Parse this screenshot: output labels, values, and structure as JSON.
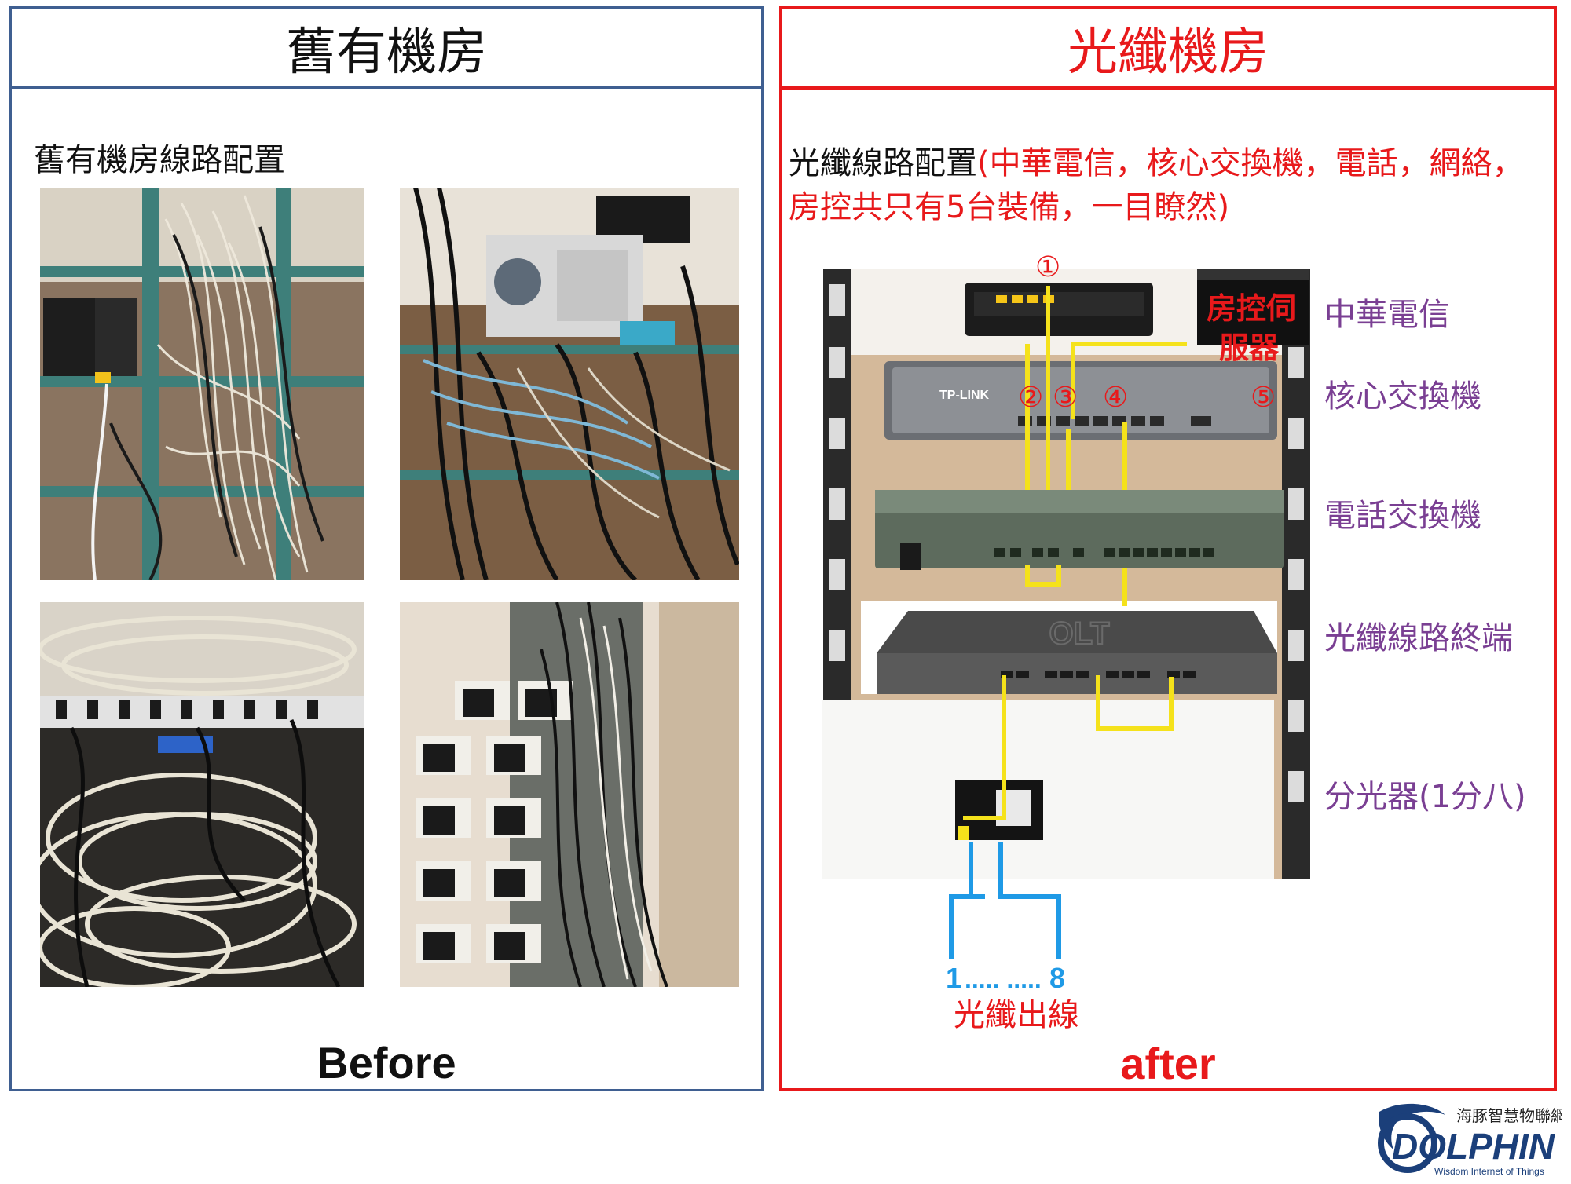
{
  "left": {
    "title": "舊有機房",
    "subtitle": "舊有機房線路配置",
    "bottom": "Before"
  },
  "right": {
    "title": "光纖機房",
    "subtitle_black": "光纖線路配置",
    "subtitle_red": "(中華電信，核心交換機，電話，網絡，房控共只有5台裝備，一目瞭然)",
    "bottom": "after",
    "markers": [
      "①",
      "②",
      "③",
      "④",
      "⑤"
    ],
    "server_label_line1": "房控伺",
    "server_label_line2": "服器",
    "switch_brand": "TP-LINK",
    "olt_text": "OLT",
    "labels": [
      "中華電信",
      "核心交換機",
      "電話交換機",
      "光纖線路終端",
      "分光器(1分八)"
    ],
    "fiber_start": "1",
    "fiber_dots": "..... .....",
    "fiber_end": "8",
    "fiber_caption": "光纖出線"
  },
  "logo": {
    "cn": "海豚智慧物聯網",
    "name": "DOLPHIN",
    "tagline": "Wisdom Internet of Things"
  },
  "colors": {
    "left_border": "#3f5f91",
    "right_border": "#e8191b",
    "cable": "#f5e21b",
    "fiber": "#1f9ae6",
    "label_purple": "#7a3f93"
  }
}
